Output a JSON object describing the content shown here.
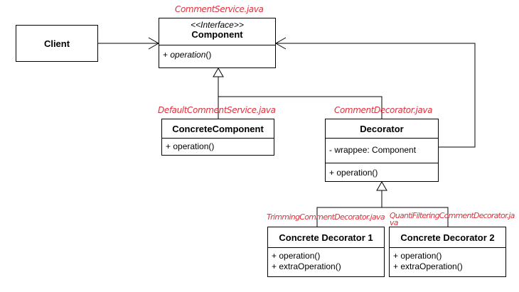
{
  "classes": {
    "client": {
      "name": "Client"
    },
    "component": {
      "stereotype": "<<Interface>>",
      "name": "Component",
      "methods": [
        "+ operation()"
      ]
    },
    "concrete_component": {
      "name": "ConcreteComponent",
      "methods": [
        "+ operation()"
      ]
    },
    "decorator": {
      "name": "Decorator",
      "fields": [
        "- wrappee: Component"
      ],
      "methods": [
        "+ operation()"
      ]
    },
    "concrete_decorator_1": {
      "name": "Concrete Decorator 1",
      "methods": [
        "+ operation()",
        "+ extraOperation()"
      ]
    },
    "concrete_decorator_2": {
      "name": "Concrete Decorator 2",
      "methods": [
        "+ operation()",
        "+ extraOperation()"
      ]
    }
  },
  "annotations": {
    "component": "CommentService.java",
    "concrete_component": "DefaultCommentService.java",
    "decorator": "CommentDecorator.java",
    "concrete_decorator_1": "TrimmingCommentDecorator.java",
    "concrete_decorator_2": "QuantiFilteringCommentDecorator.java"
  },
  "colors": {
    "annotation": "#e0303c",
    "line": "#000000"
  }
}
